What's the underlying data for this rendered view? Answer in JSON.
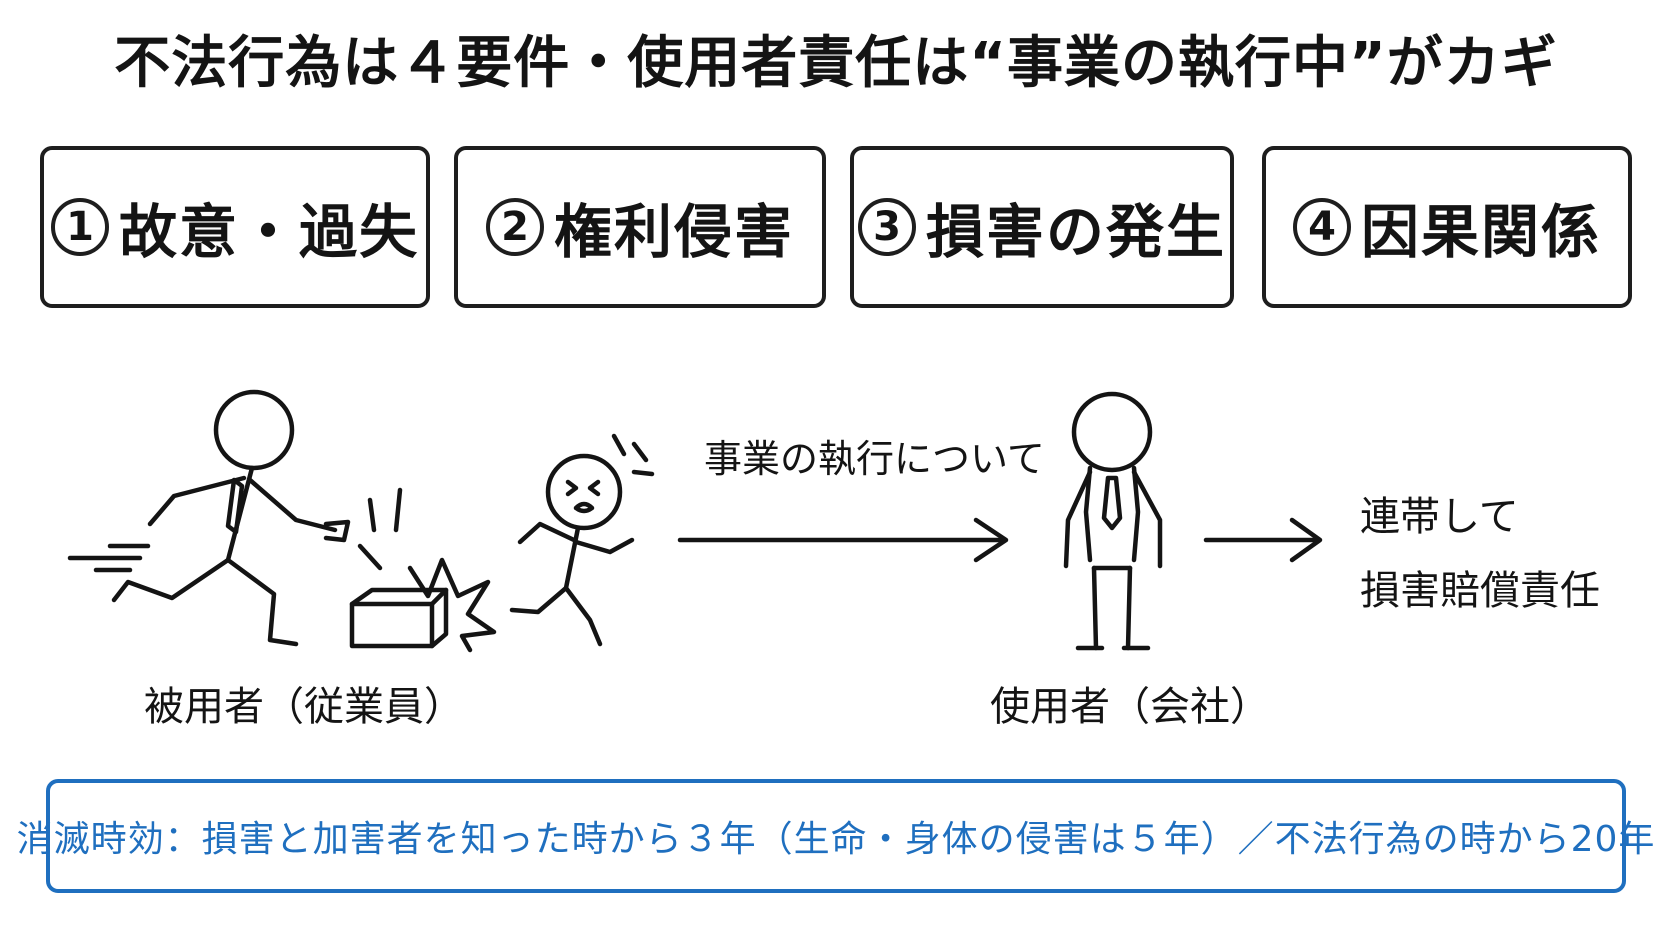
{
  "title": "不法行為は４要件・使用者責任は“事業の執行中”がカギ",
  "requirements": [
    {
      "num": "1",
      "label": "故意・過失"
    },
    {
      "num": "2",
      "label": "権利侵害"
    },
    {
      "num": "3",
      "label": "損害の発生"
    },
    {
      "num": "4",
      "label": "因果関係"
    }
  ],
  "diagram": {
    "employee_label": "被用者（従業員）",
    "arrow_label": "事業の執行について",
    "employer_label": "使用者（会社）",
    "result_line1": "連帯して",
    "result_line2": "損害賠償責任"
  },
  "note": {
    "text": "消滅時効：損害と加害者を知った時から３年（生命・身体の侵害は５年）／不法行為の時から20年",
    "color": "#1f6fbf"
  }
}
